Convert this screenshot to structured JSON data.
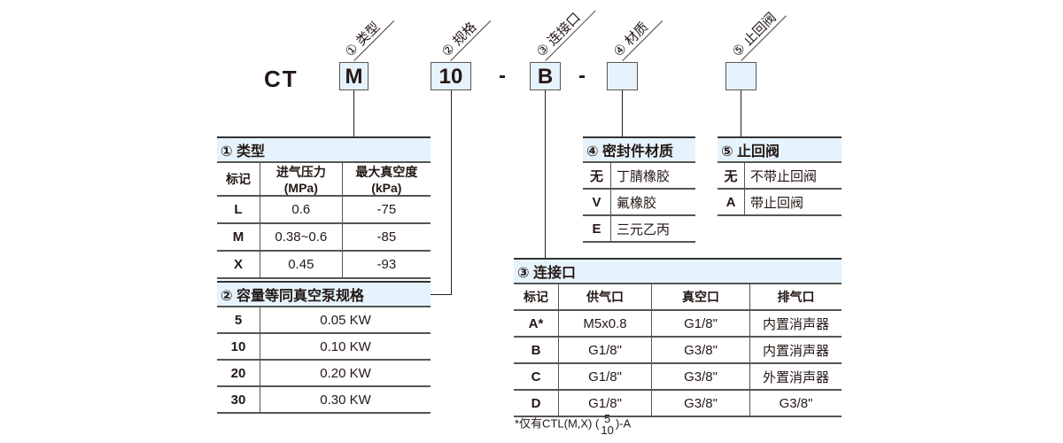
{
  "code": {
    "prefix": "CT",
    "boxes": [
      "M",
      "10",
      "B",
      "",
      ""
    ],
    "separators": [
      "-",
      "-"
    ],
    "labels": [
      {
        "num": "①",
        "text": "类型"
      },
      {
        "num": "②",
        "text": "规格"
      },
      {
        "num": "③",
        "text": "连接口"
      },
      {
        "num": "④",
        "text": "材质"
      },
      {
        "num": "⑤",
        "text": "止回阀"
      }
    ]
  },
  "type_table": {
    "title": "① 类型",
    "headers": [
      "标记",
      "进气压力(MPa)",
      "最大真空度(kPa)"
    ],
    "rows": [
      [
        "L",
        "0.6",
        "-75"
      ],
      [
        "M",
        "0.38~0.6",
        "-85"
      ],
      [
        "X",
        "0.45",
        "-93"
      ]
    ]
  },
  "size_table": {
    "title": "② 容量等同真空泵规格",
    "rows": [
      [
        "5",
        "0.05 KW"
      ],
      [
        "10",
        "0.10 KW"
      ],
      [
        "20",
        "0.20 KW"
      ],
      [
        "30",
        "0.30 KW"
      ]
    ]
  },
  "port_table": {
    "title": "③ 连接口",
    "headers": [
      "标记",
      "供气口",
      "真空口",
      "排气口"
    ],
    "rows": [
      [
        "A*",
        "M5x0.8",
        "G1/8\"",
        "内置消声器"
      ],
      [
        "B",
        "G1/8\"",
        "G3/8\"",
        "内置消声器"
      ],
      [
        "C",
        "G1/8\"",
        "G3/8\"",
        "外置消声器"
      ],
      [
        "D",
        "G1/8\"",
        "G3/8\"",
        "G3/8\""
      ]
    ],
    "footnote": {
      "prefix": "*仅有CTL(M,X) (",
      "num": "5",
      "den": "10",
      "suffix": ")-A"
    }
  },
  "seal_table": {
    "title": "④ 密封件材质",
    "rows": [
      [
        "无",
        "丁腈橡胶"
      ],
      [
        "V",
        "氟橡胶"
      ],
      [
        "E",
        "三元乙丙"
      ]
    ]
  },
  "valve_table": {
    "title": "⑤ 止回阀",
    "rows": [
      [
        "无",
        "不带止回阀"
      ],
      [
        "A",
        "带止回阀"
      ]
    ]
  },
  "colors": {
    "header_fill": "#e6f3fc",
    "text": "#231815"
  }
}
